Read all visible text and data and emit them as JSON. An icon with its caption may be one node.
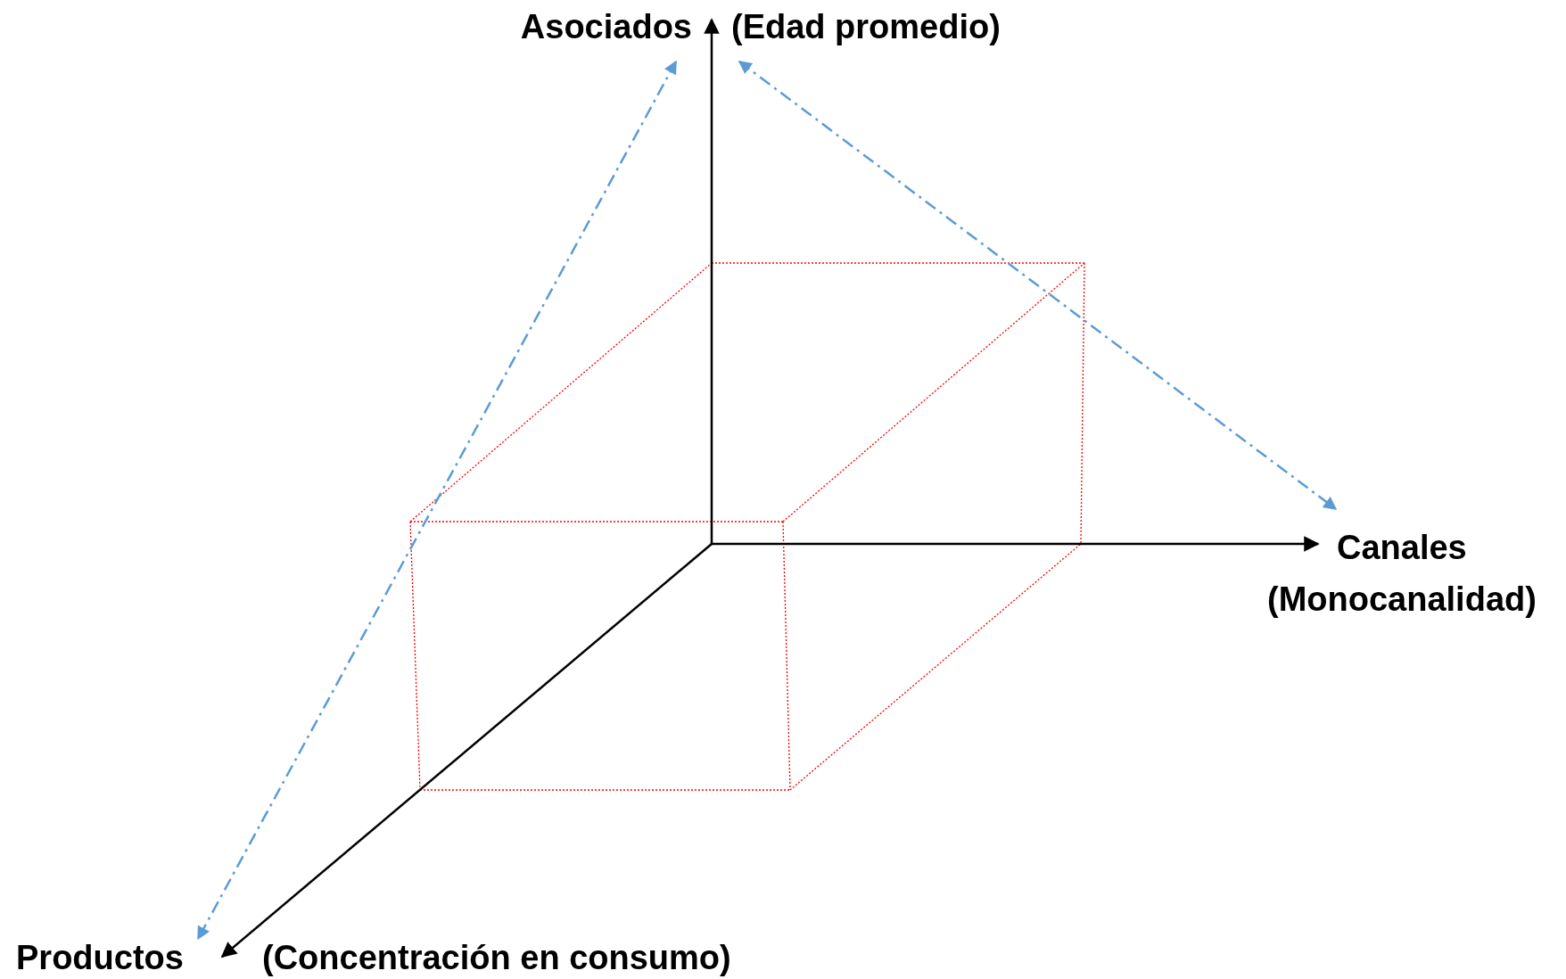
{
  "diagram": {
    "labels": [
      "Asociados",
      "(Edad promedio)",
      "Canales",
      "(Monocanalidad)",
      "Productos",
      "(Concentración en consumo)"
    ]
  }
}
